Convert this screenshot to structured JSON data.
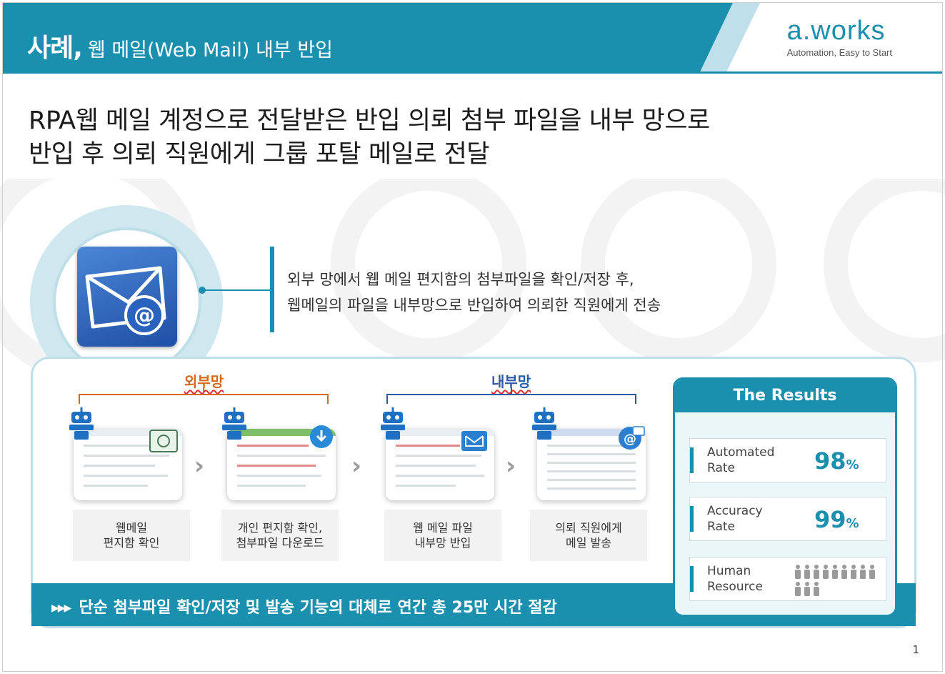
{
  "header": {
    "title_bold": "사례,",
    "title_rest": "웹 메일(Web Mail) 내부 반입",
    "brand_logo": "a.works",
    "brand_tagline": "Automation, Easy to Start"
  },
  "headline": {
    "line1": "RPA웹 메일 계정으로 전달받은 반입 의뢰 첨부 파일을 내부 망으로",
    "line2": "반입 후 의뢰 직원에게 그룹 포탈 메일로 전달"
  },
  "description": {
    "line1": "외부 망에서 웹 메일 편지함의 첨부파일을 확인/저장 후,",
    "line2": "웹메일의 파일을 내부망으로 반입하여 의뢰한 직원에게 전송"
  },
  "process": {
    "group_outer": "외부망",
    "group_inner": "내부망",
    "steps": [
      {
        "line1": "웹메일",
        "line2": "편지함 확인"
      },
      {
        "line1": "개인 편지함 확인,",
        "line2": "첨부파일 다운로드"
      },
      {
        "line1": "웹 메일 파일",
        "line2": "내부망 반입"
      },
      {
        "line1": "의뢰 직원에게",
        "line2": "메일 발송"
      }
    ],
    "summary": "단순 첨부파일 확인/저장 및 발송 기능의 대체로 연간 총 25만 시간 절감"
  },
  "results": {
    "title": "The Results",
    "rows": [
      {
        "label_line1": "Automated",
        "label_line2": "Rate",
        "value": "98",
        "unit": "%"
      },
      {
        "label_line1": "Accuracy",
        "label_line2": "Rate",
        "value": "99",
        "unit": "%"
      },
      {
        "label_line1": "Human",
        "label_line2": "Resource",
        "people_icons": 12
      }
    ]
  },
  "page_number": "1",
  "colors": {
    "accent": "#1a8fae",
    "outer_network": "#d46a1e",
    "inner_network": "#2a5aa8"
  }
}
